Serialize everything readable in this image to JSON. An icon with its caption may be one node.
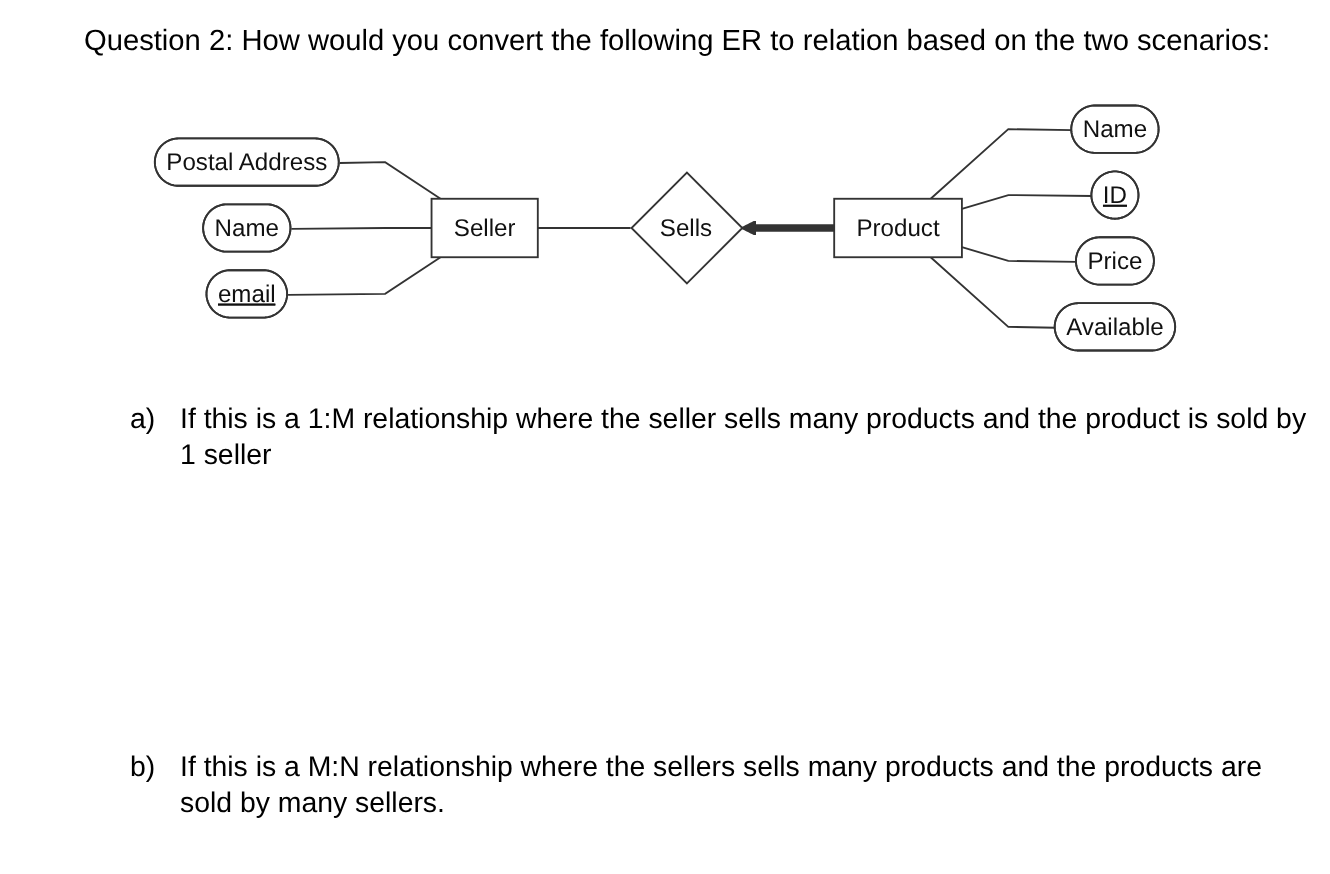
{
  "diagram": {
    "title": "Question 2: How would you convert the following ER to relation based on the two scenarios:",
    "nodes": [
      {
        "text": [
          "Postal Address"
        ]
      },
      {
        "text": [
          "Name"
        ]
      },
      {
        "text": [
          "ID"
        ]
      },
      {
        "text": [
          "Seller"
        ]
      },
      {
        "text": [
          "Sells"
        ]
      },
      {
        "text": [
          "Product"
        ]
      },
      {
        "text": [
          "Name"
        ]
      },
      {
        "text": [
          "email"
        ]
      },
      {
        "text": [
          "Price"
        ]
      },
      {
        "text": [
          "Available"
        ]
      }
    ],
    "edges": [
      {
        "from": 3,
        "to": 0,
        "arrow": "none"
      },
      {
        "from": 1,
        "to": 5,
        "arrow": "none"
      },
      {
        "from": 2,
        "to": 5,
        "arrow": "none"
      },
      {
        "from": 4,
        "to": 3,
        "arrow": "none"
      },
      {
        "from": 5,
        "to": 4,
        "arrow": "to",
        "style": "thick"
      },
      {
        "from": 3,
        "to": 6,
        "arrow": "none"
      },
      {
        "from": 3,
        "to": 7,
        "arrow": "none"
      },
      {
        "from": 8,
        "to": 5,
        "arrow": "none"
      },
      {
        "from": 9,
        "to": 5,
        "arrow": "none"
      }
    ],
    "labels": [
      "a)",
      "If this is a 1:M relationship where the seller sells many products and the product is sold by 1 seller",
      "b)",
      "If this is a M:N relationship where the sellers sells many products and the products are sold by many sellers."
    ]
  }
}
